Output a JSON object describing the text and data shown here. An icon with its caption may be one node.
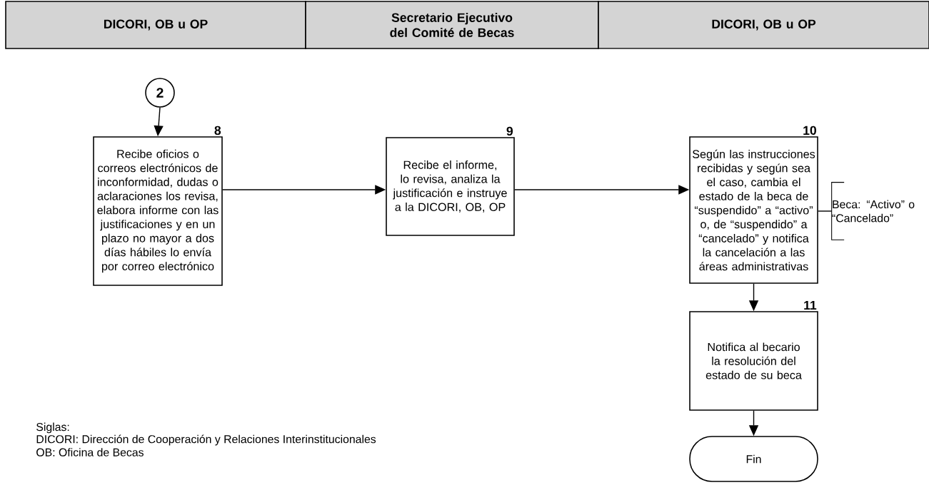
{
  "diagram": {
    "nodes": [
      {
        "text": [
          "DICORI, OB u OP"
        ]
      },
      {
        "text": [
          "Secretario Ejecutivo del Comité de Becas"
        ]
      },
      {
        "text": [
          "DICORI, OB u OP"
        ]
      },
      {
        "text": [
          "2"
        ]
      },
      {
        "text": [
          "Recibe oficios o correos electrónicos de inconformidad, dudas o aclaraciones los revisa, elabora informe con las justificaciones y en un plazo no mayor a dos días hábiles lo envía por correo electrónico"
        ],
        "beside": [
          "8"
        ]
      },
      {
        "text": [
          "Recibe el informe, lo revisa, analiza la justificación e instruye a la DICORI, OB, OP"
        ],
        "beside": [
          "9"
        ]
      },
      {
        "text": [
          "Según las instrucciones recibidas y según sea el caso, cambia el estado de la beca de “suspendido” a “activo” o, de “suspendido” a “cancelado” y notifica la cancelación a las áreas administrativas"
        ],
        "beside": [
          "10"
        ]
      },
      {
        "text": [
          "Beca: “Activo” o “Cancelado”"
        ]
      },
      {
        "text": [
          "Notifica al becario la resolución del estado de su beca"
        ],
        "beside": [
          "11"
        ]
      },
      {
        "text": [
          "Fin"
        ]
      }
    ],
    "edges": [
      {
        "from": 3,
        "to": 4,
        "arrow": "to"
      },
      {
        "from": 4,
        "to": 5,
        "arrow": "to"
      },
      {
        "from": 5,
        "to": 6,
        "arrow": "to"
      },
      {
        "from": 6,
        "to": 7,
        "arrow": "none"
      },
      {
        "from": 6,
        "to": 8,
        "arrow": "to"
      },
      {
        "from": 8,
        "to": 9,
        "arrow": "to"
      }
    ],
    "labels": [
      "Siglas:",
      "DICORI: Dirección de Cooperación y Relaciones Interinstitucionales",
      "OB: Oficina de Becas"
    ]
  }
}
